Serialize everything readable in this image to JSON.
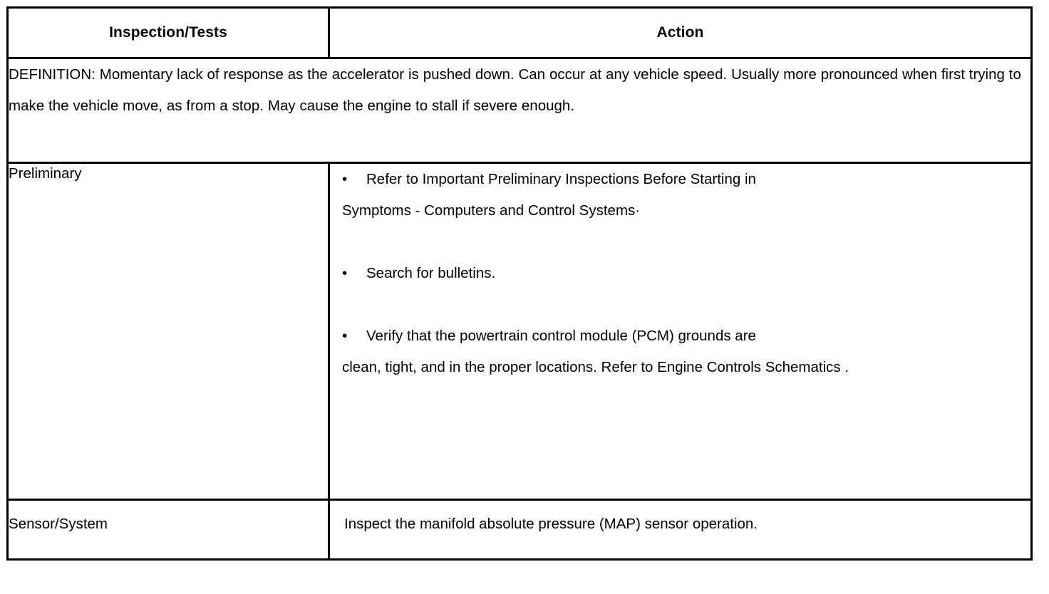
{
  "table": {
    "headers": [
      {
        "id": "inspection-tests",
        "label": "Inspection/Tests"
      },
      {
        "id": "action",
        "label": "Action"
      }
    ],
    "definition_row": {
      "text": "DEFINITION: Momentary lack of response as the accelerator is pushed down. Can occur at any vehicle speed. Usually more pronounced when first trying to make the vehicle move, as from a stop. May cause the engine to stall if severe enough."
    },
    "rows": [
      {
        "id": "preliminary",
        "label": "Preliminary",
        "action_type": "bullets",
        "bullets": [
          {
            "marker": "•",
            "line_1": "Refer to Important Preliminary Inspections Before Starting in",
            "line_rest": "Symptoms - Computers and Control Systems·"
          },
          {
            "marker": "•",
            "line_1": "Search for bulletins.",
            "line_rest": ""
          },
          {
            "marker": "•",
            "line_1": "Verify that the powertrain control module (PCM) grounds are",
            "line_rest": "clean, tight, and in the proper locations. Refer to Engine Controls Schematics ."
          }
        ]
      },
      {
        "id": "sensor-system",
        "label": "Sensor/System",
        "action_type": "text",
        "action_text": "Inspect the manifold absolute pressure (MAP) sensor operation."
      }
    ]
  },
  "colors": {
    "border": "#000000",
    "text": "#000000",
    "background": "#ffffff"
  }
}
